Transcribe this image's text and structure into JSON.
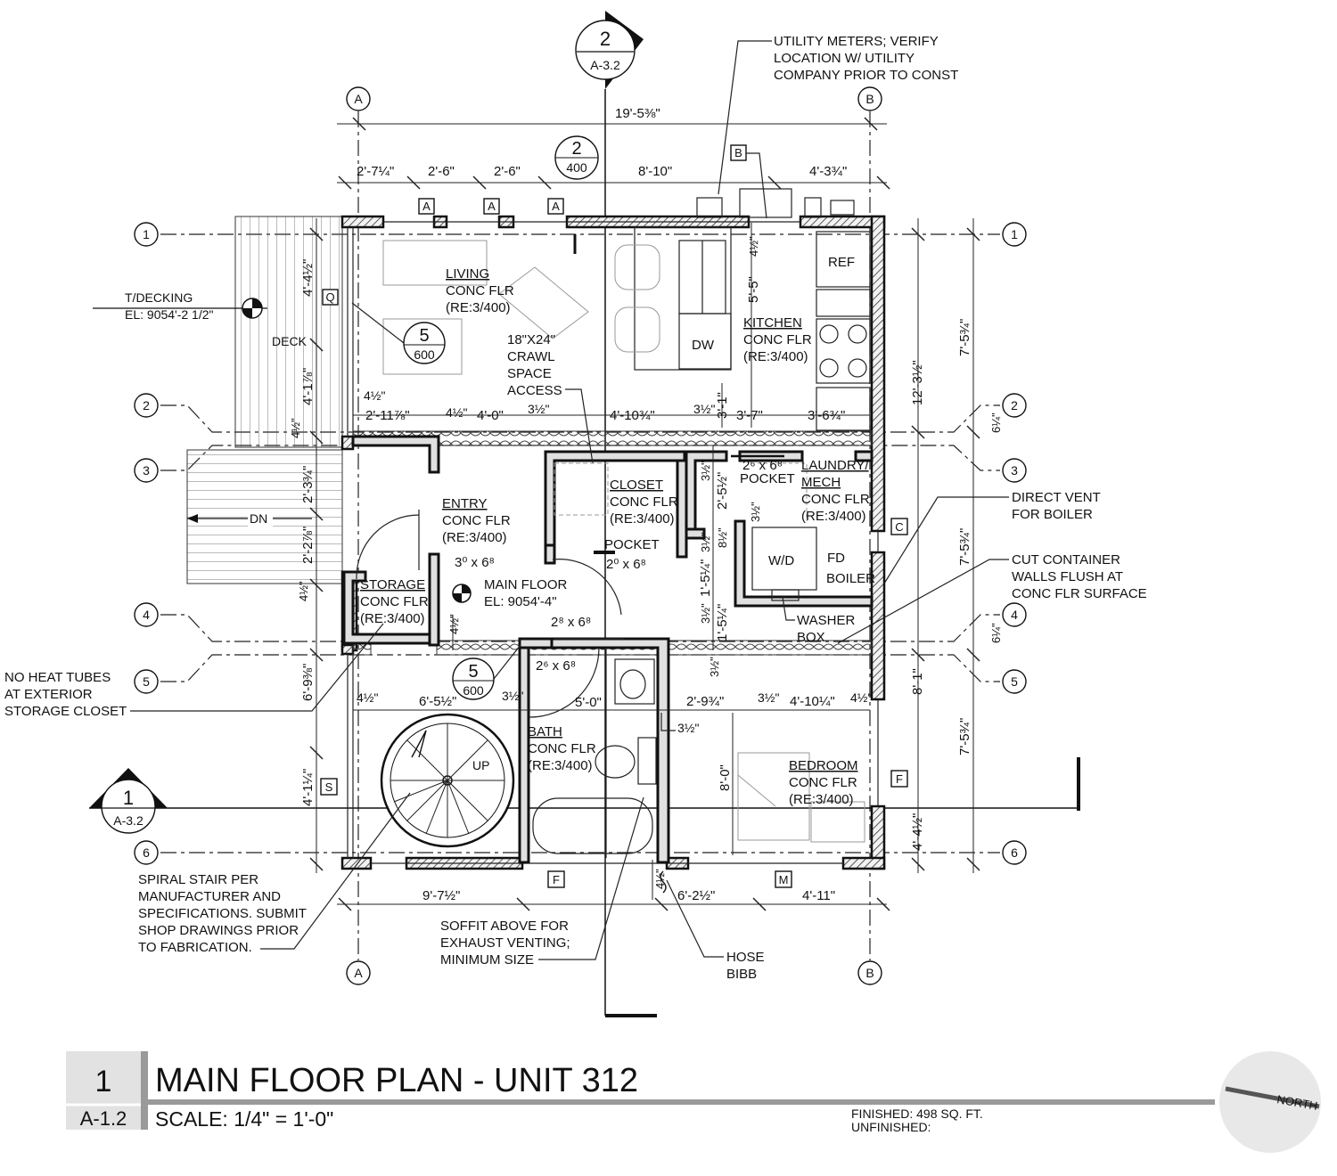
{
  "title_block": {
    "drawing_number": "1",
    "sheet": "A-1.2",
    "title": "MAIN FLOOR PLAN - UNIT 312",
    "scale": "SCALE: 1/4\" = 1'-0\"",
    "finished": "FINISHED: 498 SQ. FT.",
    "unfinished": "UNFINISHED:",
    "north": "NORTH"
  },
  "grid_lines": {
    "col_a": "A",
    "col_b": "B",
    "row_1": "1",
    "row_2": "2",
    "row_3": "3",
    "row_4": "4",
    "row_5": "5",
    "row_6": "6"
  },
  "section_markers": {
    "top": {
      "num": "2",
      "sheet": "A-3.2"
    },
    "left": {
      "num": "1",
      "sheet": "A-3.2"
    }
  },
  "detail_markers": {
    "d1": {
      "num": "2",
      "sheet": "400"
    },
    "d2": {
      "num": "5",
      "sheet": "600"
    },
    "d3": {
      "num": "5",
      "sheet": "600"
    }
  },
  "tags": {
    "a1": "A",
    "a2": "A",
    "a3": "A",
    "b": "B",
    "c": "C",
    "f1": "F",
    "f2": "F",
    "m": "M",
    "q": "Q",
    "s": "S"
  },
  "rooms": {
    "living": [
      "LIVING",
      "CONC FLR",
      "(RE:3/400)"
    ],
    "kitchen": [
      "KITCHEN",
      "CONC FLR",
      "(RE:3/400)"
    ],
    "entry": [
      "ENTRY",
      "CONC FLR",
      "(RE:3/400)"
    ],
    "closet": [
      "CLOSET",
      "CONC FLR",
      "(RE:3/400)"
    ],
    "laundry": [
      "LAUNDRY/",
      "MECH",
      "CONC FLR",
      "(RE:3/400)"
    ],
    "storage": [
      "STORAGE",
      "CONC FLR",
      "(RE:3/400)"
    ],
    "bath": [
      "BATH",
      "CONC FLR",
      "(RE:3/400)"
    ],
    "bedroom": [
      "BEDROOM",
      "CONC FLR",
      "(RE:3/400)"
    ]
  },
  "labels": {
    "deck": "DECK",
    "dn": "DN",
    "up": "UP",
    "ref": "REF",
    "dw": "DW",
    "wd": "W/D",
    "fd": "FD",
    "boiler": "BOILER",
    "pocket1": "POCKET",
    "pocket2": "POCKET",
    "door_26_68_a": "2⁶ x 6⁸",
    "door_30_68": "3⁰ x 6⁸",
    "door_20_68": "2⁰ x 6⁸",
    "door_28_68": "2⁸ x 6⁸",
    "door_26_68_b": "2⁶ x 6⁸",
    "crawl": [
      "18\"X24\"",
      "CRAWL",
      "SPACE",
      "ACCESS"
    ],
    "main_floor": [
      "MAIN FLOOR",
      "EL: 9054'-4\""
    ],
    "decking": [
      "T/DECKING",
      "EL: 9054'-2 1/2\""
    ]
  },
  "notes": {
    "utility": [
      "UTILITY METERS; VERIFY",
      "LOCATION W/ UTILITY",
      "COMPANY PRIOR TO CONST"
    ],
    "vent": [
      "DIRECT VENT",
      "FOR BOILER"
    ],
    "container": [
      "CUT CONTAINER",
      "WALLS FLUSH AT",
      "CONC FLR SURFACE"
    ],
    "washer": [
      "WASHER",
      "BOX"
    ],
    "heat": [
      "NO HEAT TUBES",
      "AT EXTERIOR",
      "STORAGE CLOSET"
    ],
    "spiral": [
      "SPIRAL STAIR PER",
      "MANUFACTURER AND",
      "SPECIFICATIONS.  SUBMIT",
      "SHOP DRAWINGS PRIOR",
      "TO FABRICATION."
    ],
    "soffit": [
      "SOFFIT ABOVE FOR",
      "EXHAUST VENTING;",
      "MINIMUM SIZE"
    ],
    "hose": [
      "HOSE",
      "BIBB"
    ]
  },
  "dimensions": {
    "overall": "19'-5⅜\"",
    "top1": "2'-7¼\"",
    "top2": "2'-6\"",
    "top3": "2'-6\"",
    "top4": "8'-10\"",
    "top5": "4'-3¾\"",
    "right1": "7'-5¾\"",
    "right2": "12'-3½\"",
    "right3": "7'-5¾\"",
    "right4": "8'-1\"",
    "right5": "7'-5¾\"",
    "right_s1": "6¼\"",
    "right_s2": "6¼\"",
    "right_s3": "4'-4½\"",
    "left1": "4'-4½\"",
    "left2": "4'-1⅞\"",
    "left3": "2'-3¾\"",
    "left4": "2'-2⅞\"",
    "left5": "6'-9⅜\"",
    "left6": "4'-1¼\"",
    "left_s1": "4½\"",
    "left_s2": "4½\"",
    "row2a": "4½\"",
    "row2b": "2'-11⅞\"",
    "row2c": "4½\"",
    "row2d": "4'-0\"",
    "row2e": "3½\"",
    "row2f": "4'-10¾\"",
    "row2g": "3½\"",
    "row2h": "3'-7\"",
    "row2i": "3'-6¾\"",
    "k1": "4½\"",
    "k2": "5'-5\"",
    "k3": "3'-1\"",
    "c1": "3½\"",
    "c2": "2'-5½\"",
    "c3": "3½\"",
    "c4": "3½\"",
    "c5": "1'-5¼\"",
    "c6": "8½\"",
    "c7": "3½\"",
    "c8": "1'-5¼\"",
    "c9": "3½\"",
    "e1": "4½\"",
    "b1": "4½\"",
    "b2": "6'-5½\"",
    "b3": "3½\"",
    "b4": "5'-0\"",
    "b5": "3½\"",
    "b6": "2'-9¾\"",
    "b7": "3½\"",
    "b8": "4'-10¼\"",
    "b9": "4½\"",
    "bath_v": "8'-0\"",
    "bot1": "9'-7½\"",
    "bot2": "6'-2½\"",
    "bot3": "4'-11\"",
    "bot_s": "4½\""
  }
}
